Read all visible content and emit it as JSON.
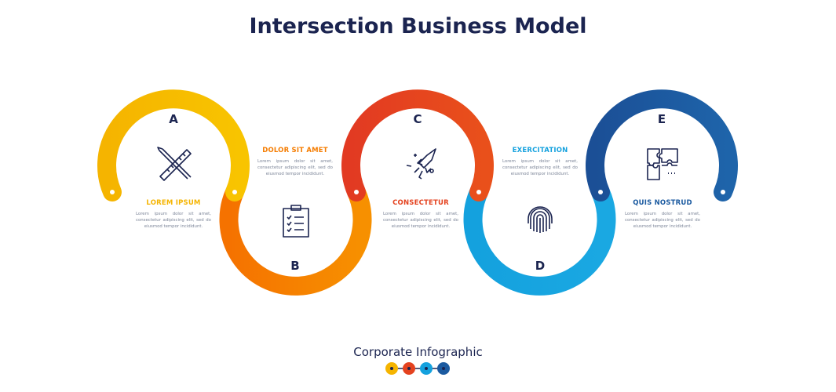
{
  "title": "Intersection Business Model",
  "subtitle": "Corporate Infographic",
  "steps": [
    {
      "letter": "A",
      "heading": "LOREM IPSUM",
      "icon": "pencil-ruler-icon",
      "color": "#f5b400",
      "text": "Lorem ipsum dolor sit amet, consectetur adipiscing elit, sed do eiusmod tempor incididunt."
    },
    {
      "letter": "B",
      "heading": "DOLOR SIT AMET",
      "icon": "clipboard-checklist-icon",
      "color": "#f57c00",
      "text": "Lorem ipsum dolor sit amet, consectetur adipiscing elit, sed do eiusmod tempor incididunt."
    },
    {
      "letter": "C",
      "heading": "CONSECTETUR",
      "icon": "rocket-icon",
      "color": "#e4421f",
      "text": "Lorem ipsum dolor sit amet, consectetur adipiscing elit, sed do eiusmod tempor incididunt."
    },
    {
      "letter": "D",
      "heading": "EXERCITATION",
      "icon": "fingerprint-icon",
      "color": "#14a1de",
      "text": "Lorem ipsum dolor sit amet, consectetur adipiscing elit, sed do eiusmod tempor incididunt."
    },
    {
      "letter": "E",
      "heading": "QUIS NOSTRUD",
      "icon": "puzzle-icon",
      "color": "#1b5aa0",
      "text": "Lorem ipsum dolor sit amet, consectetur adipiscing elit, sed do eiusmod tempor incididunt."
    }
  ],
  "legend_colors": [
    "#f5b400",
    "#e4421f",
    "#14a1de",
    "#1b5aa0"
  ]
}
